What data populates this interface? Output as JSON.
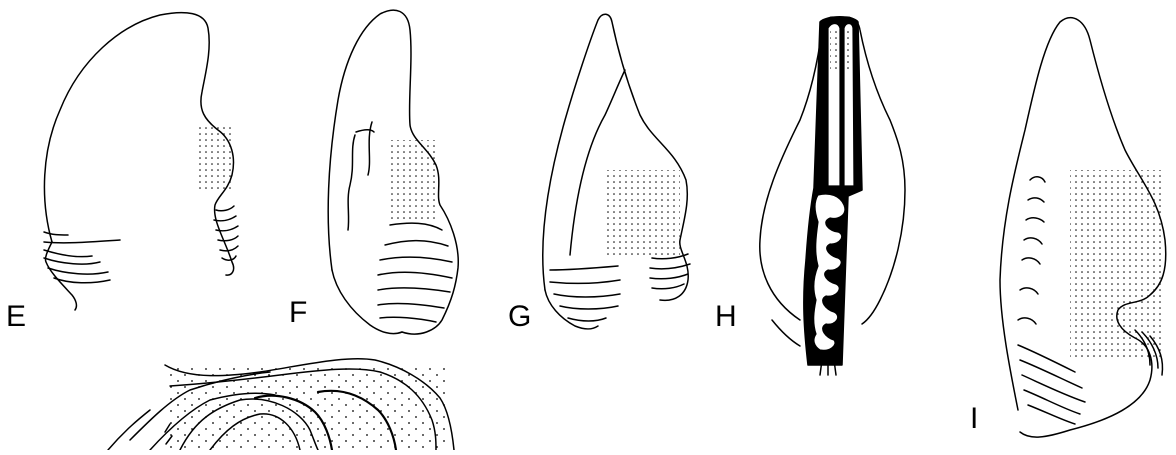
{
  "figure": {
    "panel_labels": {
      "E": "E",
      "F": "F",
      "G": "G",
      "H": "H",
      "I": "I"
    },
    "colors": {
      "ink": "#000000",
      "paper": "#ffffff"
    },
    "stipple": true
  }
}
